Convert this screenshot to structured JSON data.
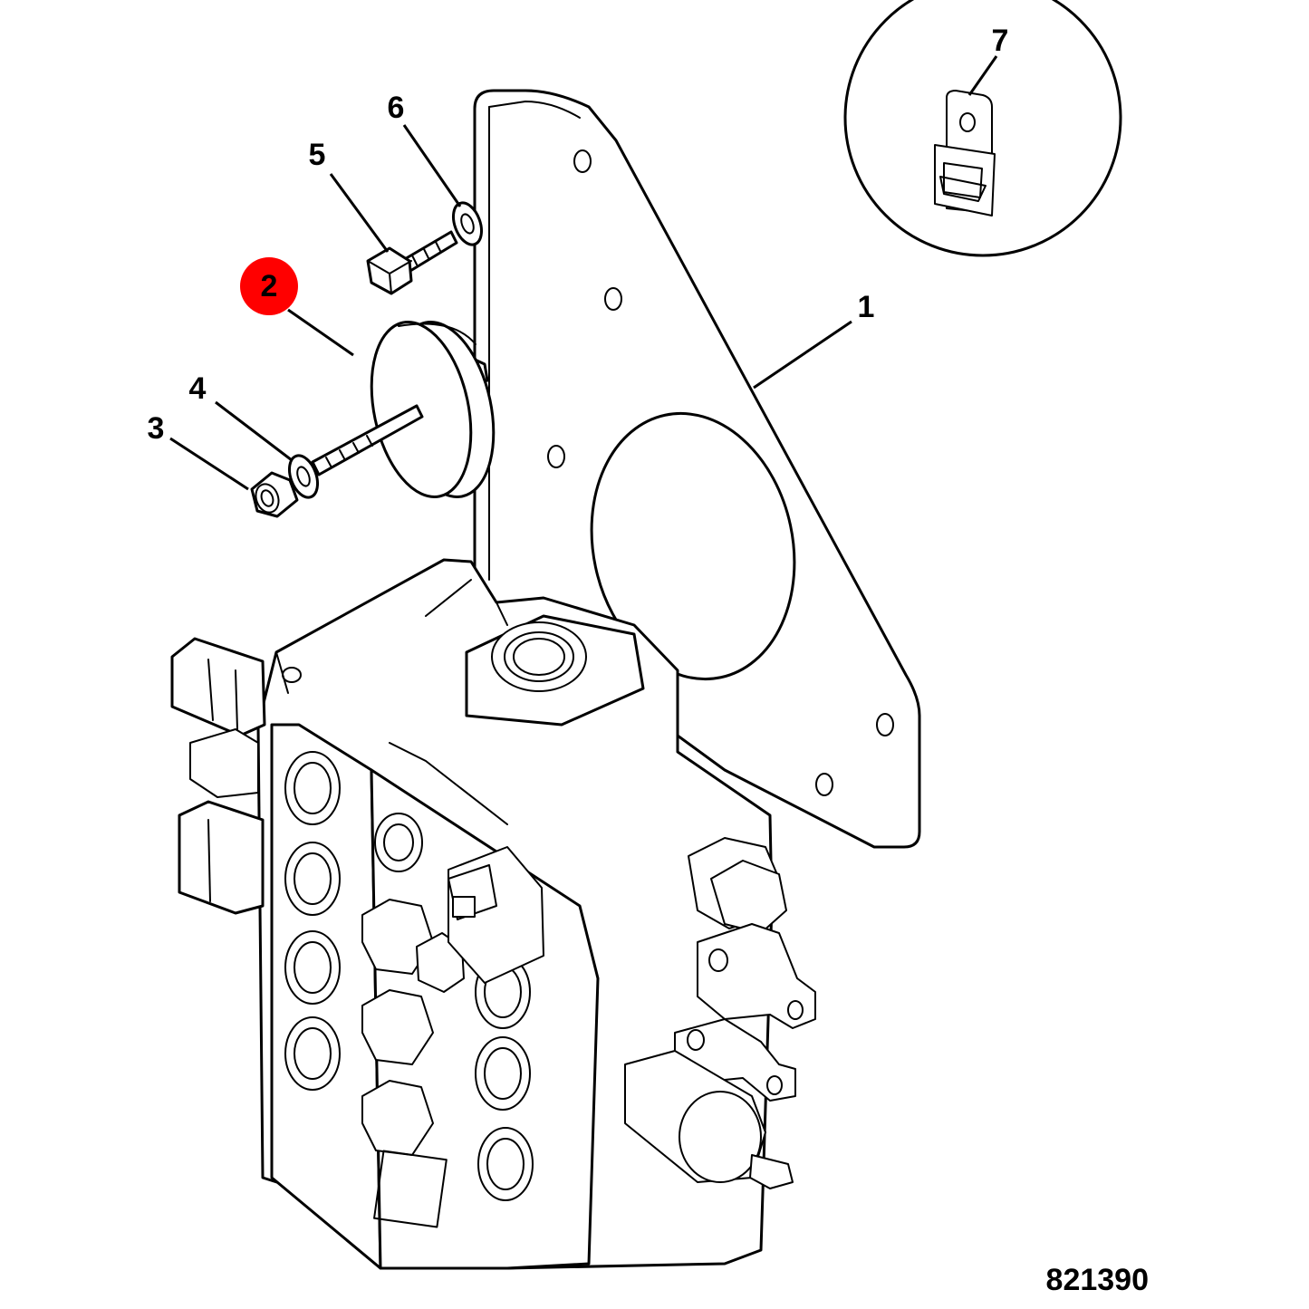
{
  "drawing_number": "821390",
  "callouts": [
    {
      "id": "1",
      "label": "1",
      "highlighted": false
    },
    {
      "id": "2",
      "label": "2",
      "highlighted": true
    },
    {
      "id": "3",
      "label": "3",
      "highlighted": false
    },
    {
      "id": "4",
      "label": "4",
      "highlighted": false
    },
    {
      "id": "5",
      "label": "5",
      "highlighted": false
    },
    {
      "id": "6",
      "label": "6",
      "highlighted": false
    },
    {
      "id": "7",
      "label": "7",
      "highlighted": false
    }
  ],
  "colors": {
    "highlight": "#ff0000",
    "line": "#000000",
    "background": "#ffffff"
  }
}
